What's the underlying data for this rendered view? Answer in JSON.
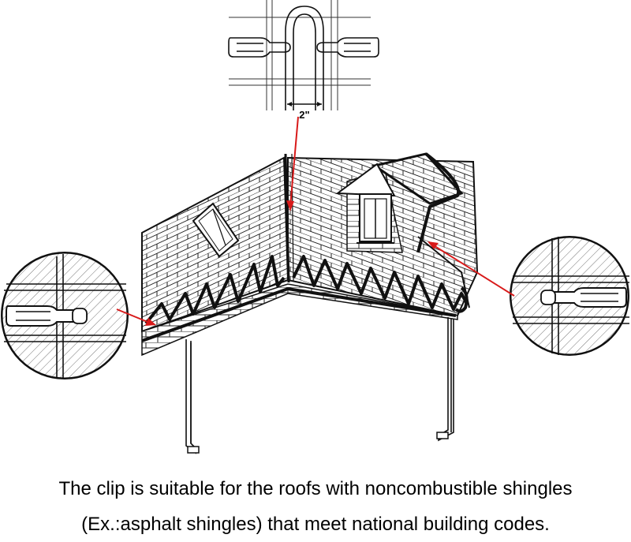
{
  "diagram": {
    "dimension_label": "2\""
  },
  "caption": {
    "line1": "The clip is suitable for the roofs with noncombustible shingles",
    "line2": "(Ex.:asphalt shingles) that meet national building codes."
  },
  "colors": {
    "arrow": "#d81a1a",
    "line": "#111111",
    "background": "#ffffff"
  }
}
